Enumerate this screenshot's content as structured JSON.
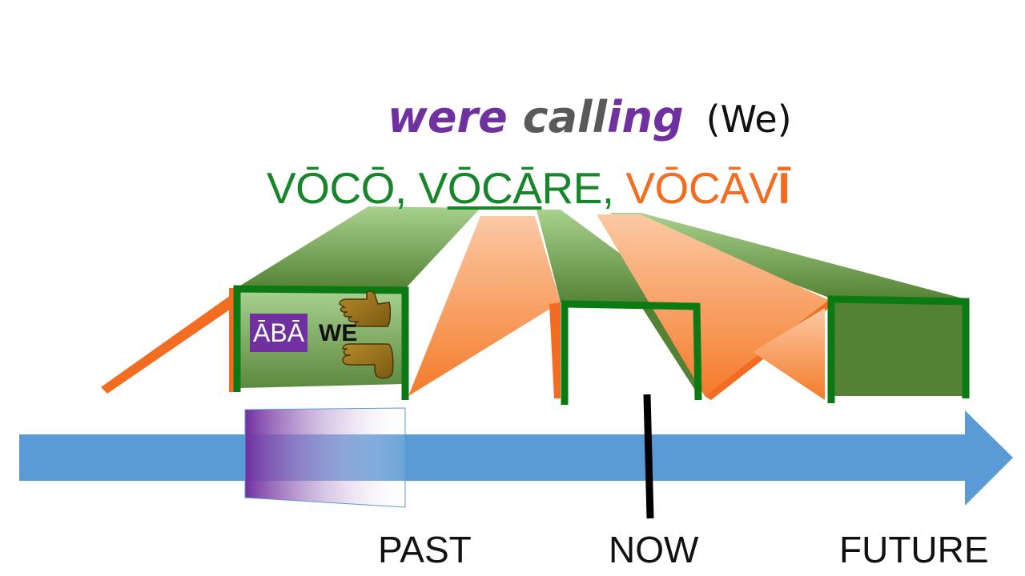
{
  "heading": {
    "part1": "were",
    "part2": "call",
    "part3": "ing",
    "subject": "(We)"
  },
  "principal_parts": {
    "first": "VŌCŌ,",
    "second_pre": "V",
    "second_stem": "ŌCĀ",
    "second_post": "RE,",
    "third": "VŌCĀV",
    "third_end": "Ī"
  },
  "timeline": {
    "past": "PAST",
    "now": "NOW",
    "future": "FUTURE"
  },
  "ending": {
    "tense_sign": "ĀBĀ",
    "person": "WE"
  },
  "colors": {
    "green": "#17862a",
    "orange": "#f26d21",
    "purple": "#7030a0",
    "arrow_blue": "#5b9bd5",
    "gray": "#595959"
  },
  "icons": [
    "thumb-up-hand-icon",
    "thumb-down-hand-icon"
  ]
}
